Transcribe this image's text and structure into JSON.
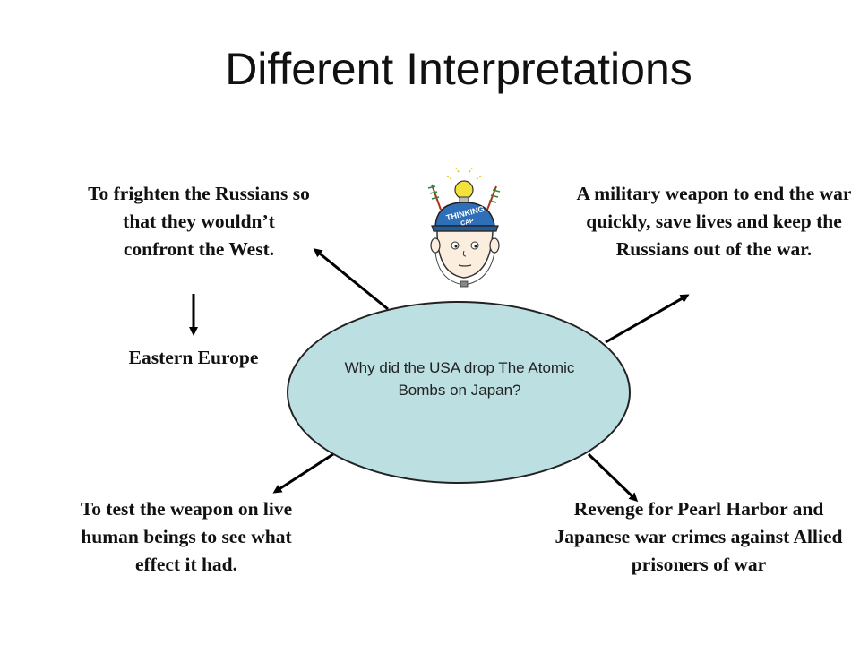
{
  "title": "Different Interpretations",
  "center_question": "Why did the USA drop The Atomic Bombs on Japan?",
  "interpretations": {
    "top_left": "To frighten the Russians so that they wouldn’t confront the West.",
    "top_left_consequence": "Eastern Europe",
    "top_right": "A military weapon to end the war quickly, save lives and keep the Russians out of the war.",
    "bottom_left": "To test the weapon on live human beings to see what effect it had.",
    "bottom_right": "Revenge for Pearl Harbor and Japanese war crimes against Allied prisoners of war"
  },
  "thinking_cap": {
    "label_line1": "THINKING",
    "label_line2": "CAP"
  },
  "colors": {
    "ellipse_fill": "#bcdfe2",
    "cap_blue": "#2f6fb8",
    "bulb_yellow": "#f3e23a"
  }
}
